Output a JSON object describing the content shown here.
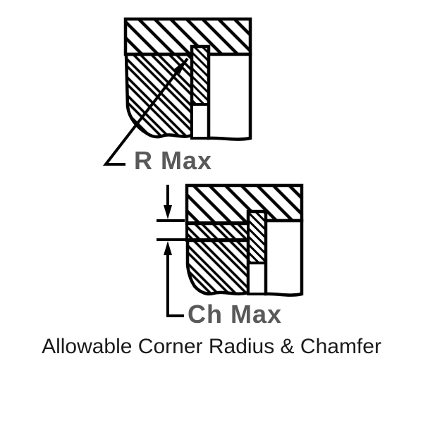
{
  "caption": "Allowable Corner Radius & Chamfer",
  "labels": {
    "r_max": "R Max",
    "ch_max": "Ch Max"
  },
  "colors": {
    "line": "#000000",
    "label": "#595959",
    "caption": "#1a1a1a",
    "background": "#ffffff"
  }
}
